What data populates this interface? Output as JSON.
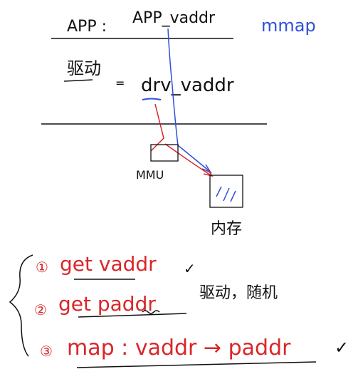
{
  "diagram": {
    "app_label": "APP :",
    "app_vaddr": "APP_vaddr",
    "mmap_label": "mmap",
    "driver_label": "驱动",
    "equals_sign": "=",
    "drv_vaddr": "drv_vaddr",
    "mmu_label": "MMU",
    "memory_label": "内存"
  },
  "steps": [
    {
      "number": "①",
      "text": "get vaddr",
      "mark": "✓"
    },
    {
      "number": "②",
      "text": "get paddr",
      "note": "驱动，随机"
    },
    {
      "number": "③",
      "text": "map : vaddr → paddr",
      "mark": "✓"
    }
  ],
  "colors": {
    "ink_black": "#111111",
    "ink_blue": "#2f4fd8",
    "ink_red": "#d9262a"
  }
}
